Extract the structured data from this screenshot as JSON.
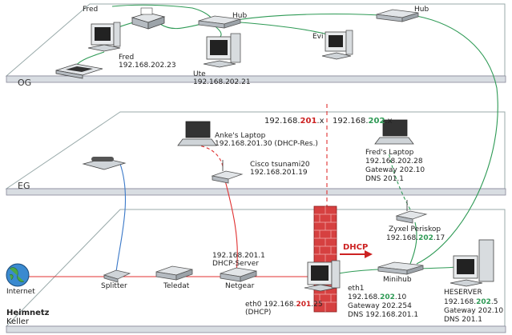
{
  "floors": {
    "og": "OG",
    "eg": "EG",
    "keller_title": "Heimnetz",
    "keller": "Keller"
  },
  "subnets": {
    "left_prefix": "192.168.",
    "left_highlight": "201",
    "left_suffix": ".x",
    "right_prefix": "192.168.",
    "right_highlight": "202",
    "right_suffix": ".x"
  },
  "og": {
    "fred_top": "Fred",
    "hub1": "Hub",
    "hub2": "Hub",
    "fred_name": "Fred",
    "fred_ip": "192.168.202.23",
    "ute_name": "Ute",
    "ute_ip": "192.168.202.21",
    "evi": "Evi"
  },
  "eg": {
    "anke_name": "Anke's Laptop",
    "anke_ip": "192.168.201.30 (DHCP-Res.)",
    "cisco_name": "Cisco tsunami20",
    "cisco_ip": "192.168.201.19",
    "fredlap_name": "Fred's Laptop",
    "fredlap_ip": "192.168.202.28",
    "fredlap_gw": "Gateway 202.10",
    "fredlap_dns": "DNS 201.1"
  },
  "keller": {
    "internet": "Internet",
    "splitter": "Splitter",
    "teledat": "Teledat",
    "netgear": "Netgear",
    "netgear_ip": "192.168.201.1",
    "netgear_role": "DHCP-Server",
    "dhcp": "DHCP",
    "eth0_prefix": "eth0 192.168.",
    "eth0_highlight": "201",
    "eth0_suffix": ".25",
    "eth0_note": "(DHCP)",
    "eth1": "eth1",
    "eth1_prefix": "192.168.",
    "eth1_highlight": "202",
    "eth1_suffix": ".10",
    "eth1_gw": "Gateway 202.254",
    "eth1_dns": "DNS 192.168.201.1",
    "zyxel_name": "Zyxel Periskop",
    "zyxel_prefix": "192.168.",
    "zyxel_highlight": "202",
    "zyxel_suffix": ".17",
    "minihub": "Minihub",
    "heserver_name": "HESERVER",
    "heserver_prefix": "192.168.",
    "heserver_highlight": "202",
    "heserver_suffix": ".5",
    "heserver_gw": "Gateway 202.10",
    "heserver_dns": "DNS 201.1"
  },
  "colors": {
    "red_link": "#e03030",
    "green_link": "#2e9a55",
    "blue_link": "#3a78c8",
    "subnet201": "#cc2222",
    "subnet202": "#2e9a55",
    "floor_fill": "#d8dde2"
  }
}
